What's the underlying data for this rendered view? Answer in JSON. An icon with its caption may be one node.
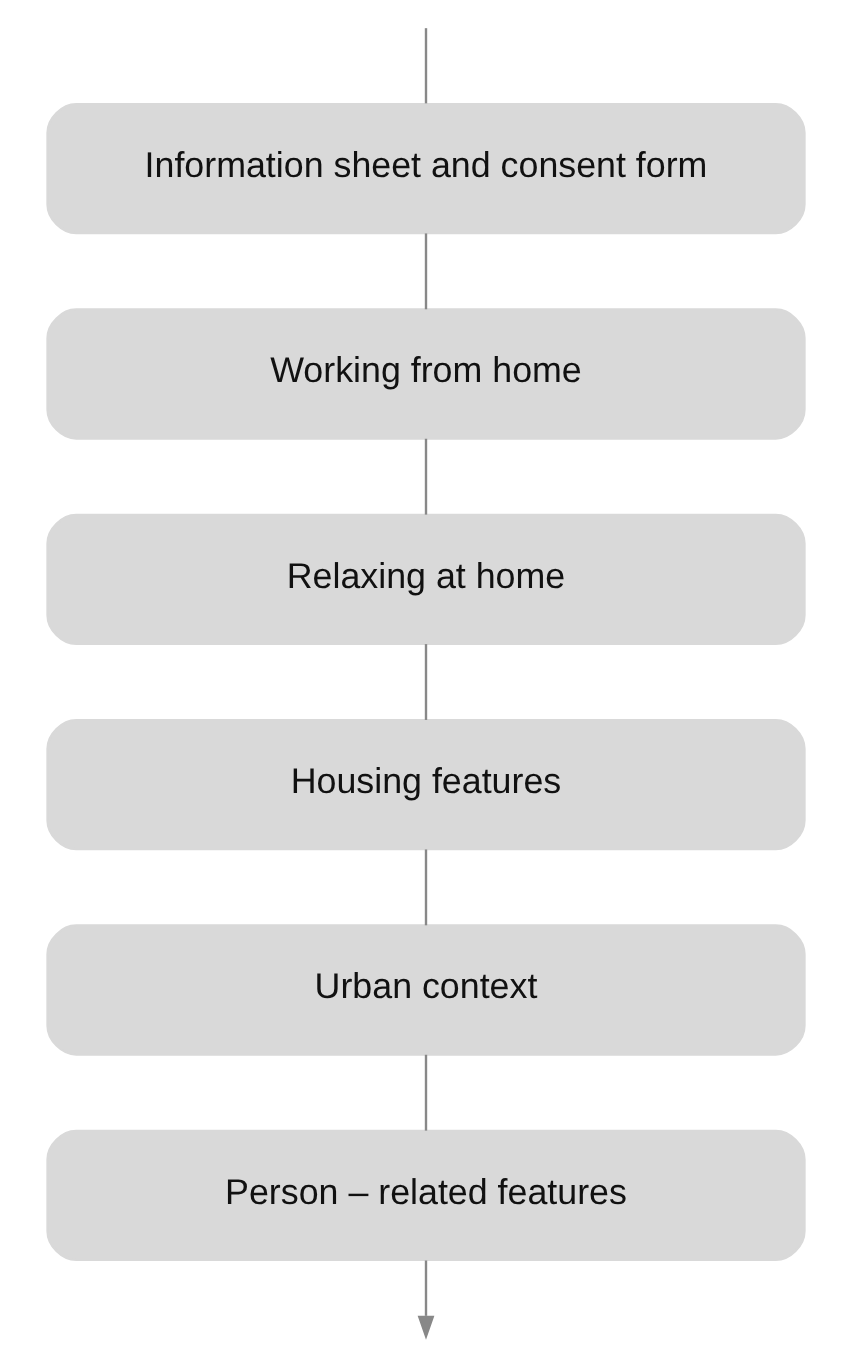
{
  "diagram": {
    "nodes": [
      {
        "text": [
          "Information sheet and consent form"
        ]
      },
      {
        "text": [
          "Working from home"
        ]
      },
      {
        "text": [
          "Relaxing at home"
        ]
      },
      {
        "text": [
          "Housing features"
        ]
      },
      {
        "text": [
          "Urban context"
        ]
      },
      {
        "text": [
          "Person – related features"
        ]
      }
    ],
    "edges": [
      {
        "from": null,
        "to": 0,
        "arrow": "none"
      },
      {
        "from": 0,
        "to": 1,
        "arrow": "none"
      },
      {
        "from": 1,
        "to": 2,
        "arrow": "none"
      },
      {
        "from": 2,
        "to": 3,
        "arrow": "none"
      },
      {
        "from": 3,
        "to": 4,
        "arrow": "none"
      },
      {
        "from": 4,
        "to": 5,
        "arrow": "none"
      },
      {
        "from": 5,
        "to": null,
        "arrow": "to"
      }
    ]
  }
}
